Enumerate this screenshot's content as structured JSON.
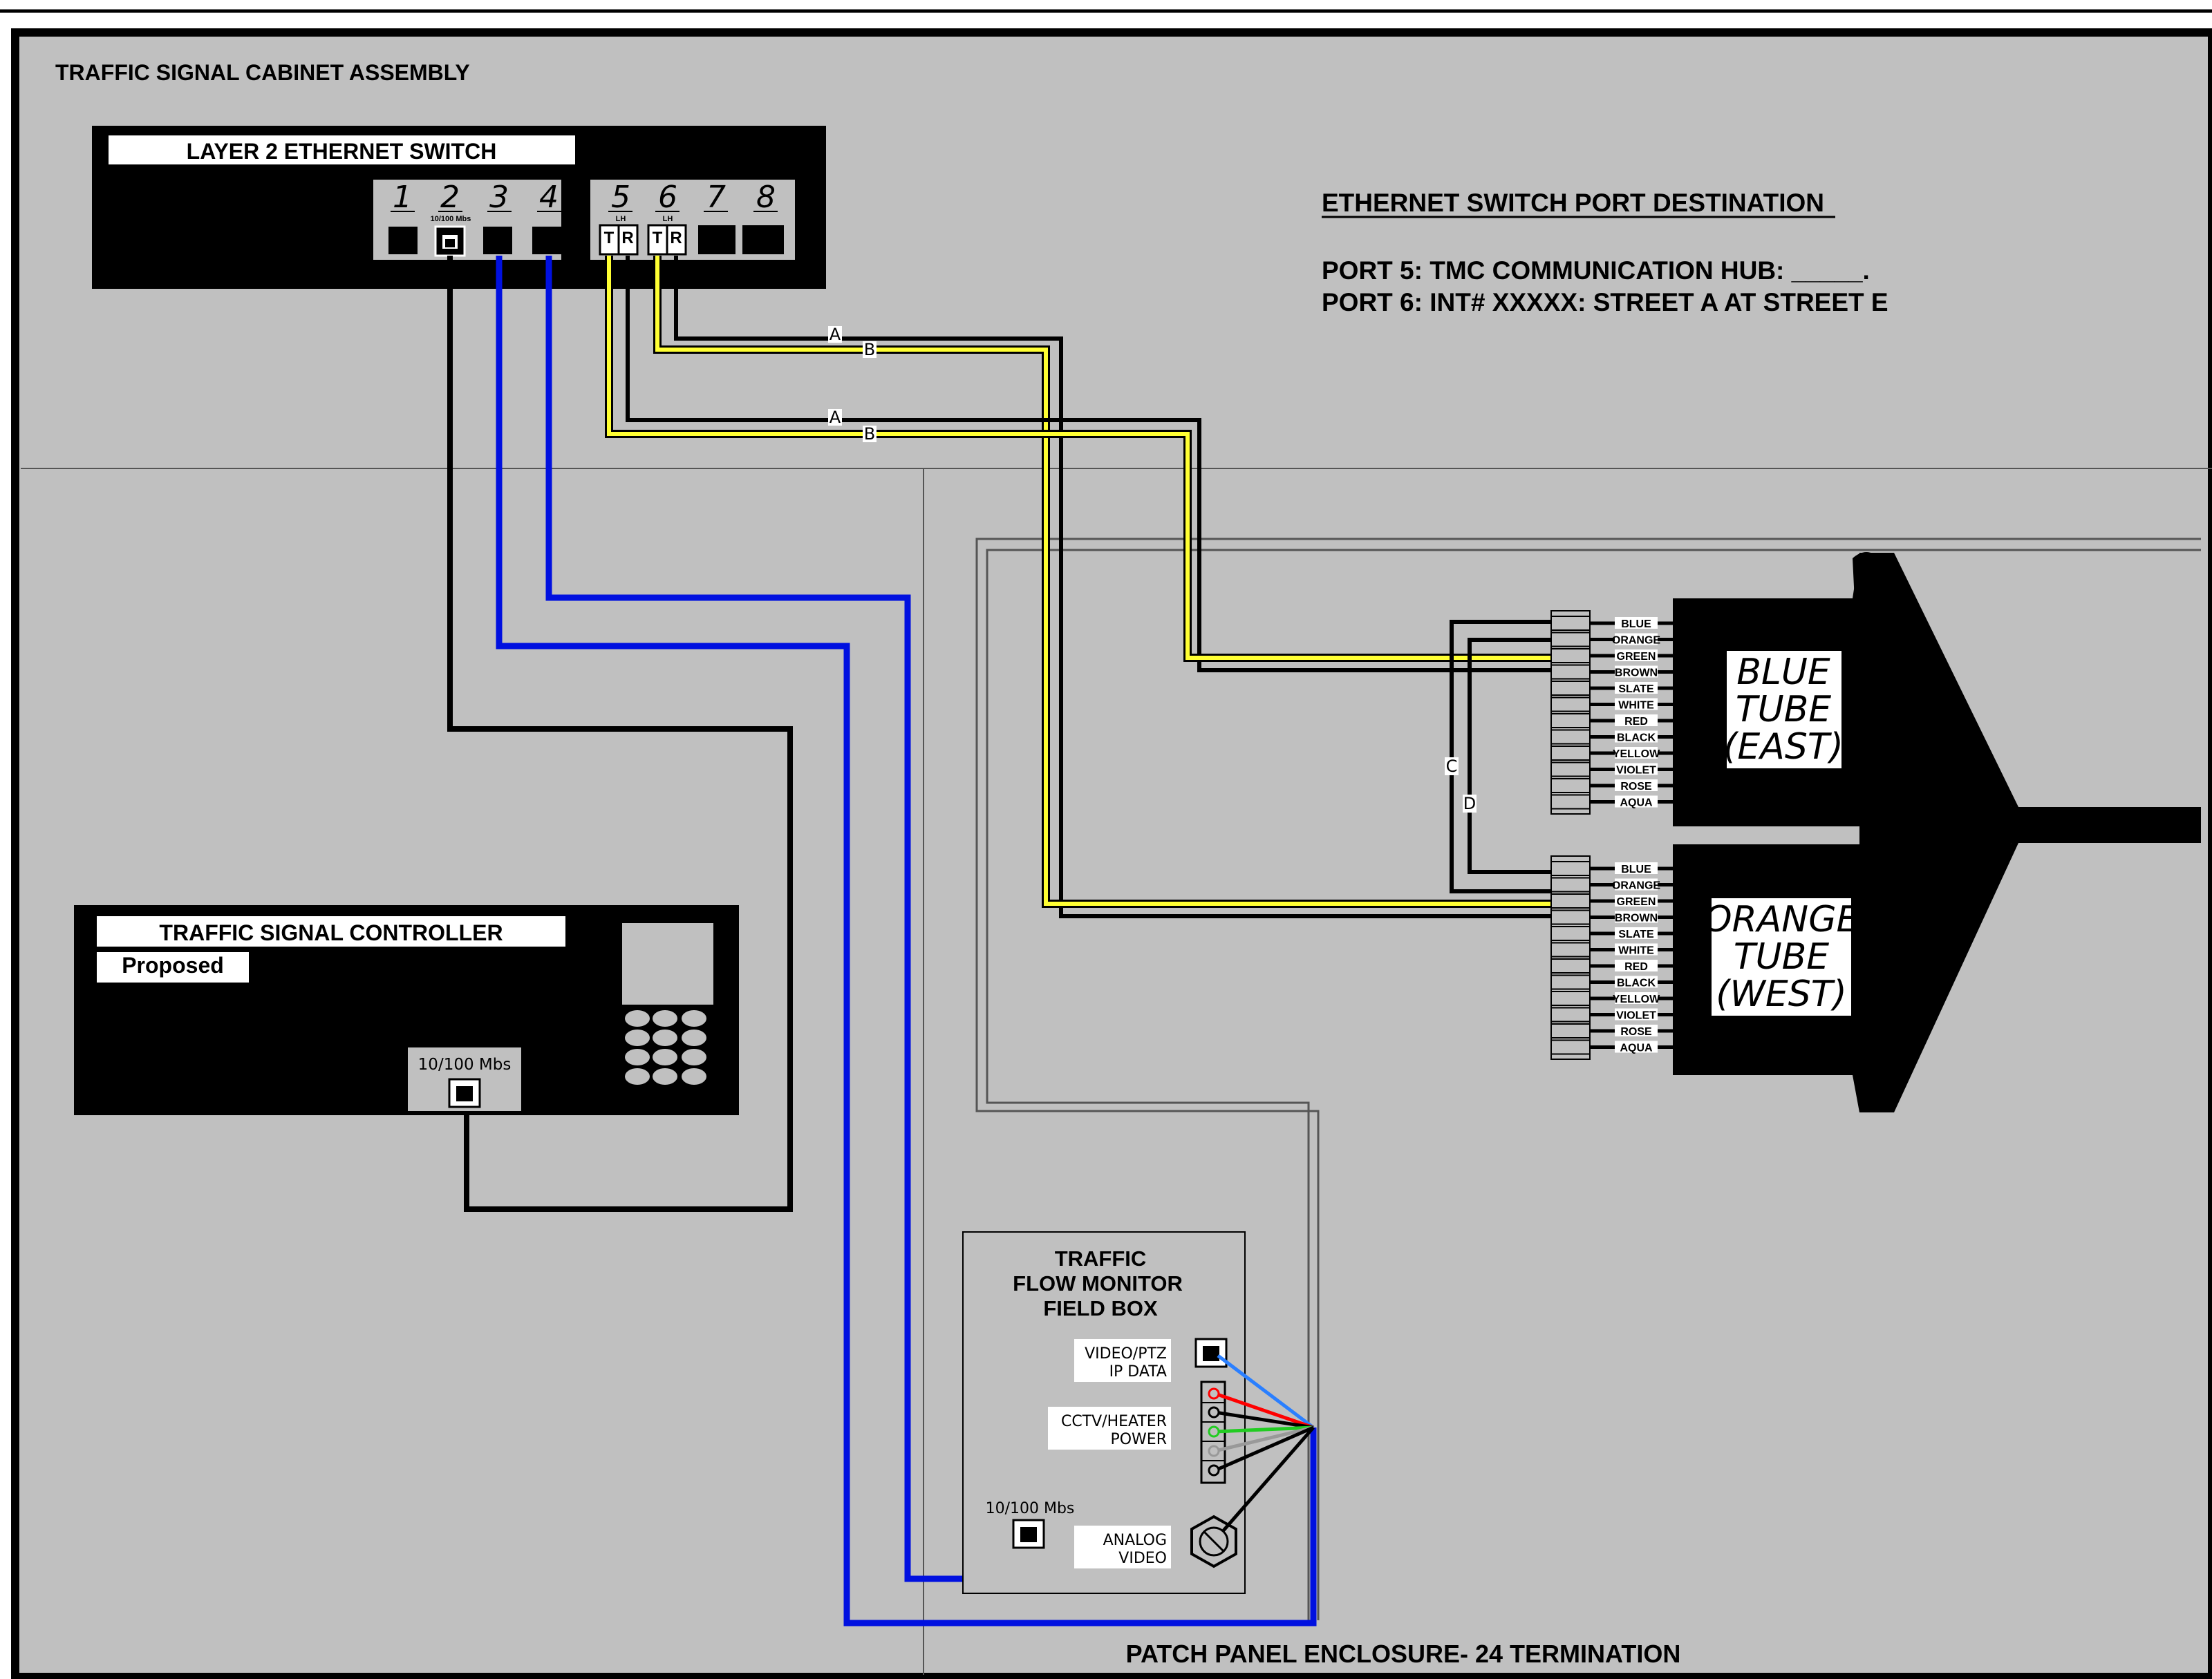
{
  "cabinet_title": "TRAFFIC SIGNAL CABINET ASSEMBLY",
  "switch": {
    "title": "LAYER 2 ETHERNET SWITCH",
    "ports": [
      "1",
      "2",
      "3",
      "4",
      "5",
      "6",
      "7",
      "8"
    ],
    "speed_label": "10/100 Mbs",
    "lh_label": "LH",
    "t_label": "T",
    "r_label": "R"
  },
  "port_destination": {
    "heading": "ETHERNET SWITCH PORT DESTINATION",
    "lines": [
      "PORT 5: TMC COMMUNICATION HUB: _____.",
      "PORT 6: INT# XXXXX: STREET A AT STREET E"
    ]
  },
  "fiber_labels": {
    "a": "A",
    "b": "B",
    "c": "C",
    "d": "D"
  },
  "controller": {
    "title": "TRAFFIC SIGNAL CONTROLLER",
    "status": "Proposed",
    "port_label": "10/100  Mbs"
  },
  "tubes": {
    "blue": {
      "line1": "BLUE",
      "line2": "TUBE",
      "line3": "(EAST)"
    },
    "orange": {
      "line1": "ORANGE",
      "line2": "TUBE",
      "line3": "(WEST)"
    },
    "fiber_colors": [
      "BLUE",
      "ORANGE",
      "GREEN",
      "BROWN",
      "SLATE",
      "WHITE",
      "RED",
      "BLACK",
      "YELLOW",
      "VIOLET",
      "ROSE",
      "AQUA"
    ]
  },
  "field_box": {
    "title_lines": [
      "TRAFFIC",
      "FLOW MONITOR",
      "FIELD BOX"
    ],
    "video_ptz": [
      "VIDEO/PTZ",
      "IP  DATA"
    ],
    "power": [
      "CCTV/HEATER",
      "POWER"
    ],
    "port_label": "10/100  Mbs",
    "analog": [
      "ANALOG",
      "VIDEO"
    ]
  },
  "patch_panel_label": "PATCH PANEL ENCLOSURE- 24 TERMINATION",
  "colors": {
    "background": "#c0c0c0",
    "equipment": "#000000",
    "copper": "#0010e0",
    "fiber_yellow": "#ffff33"
  }
}
